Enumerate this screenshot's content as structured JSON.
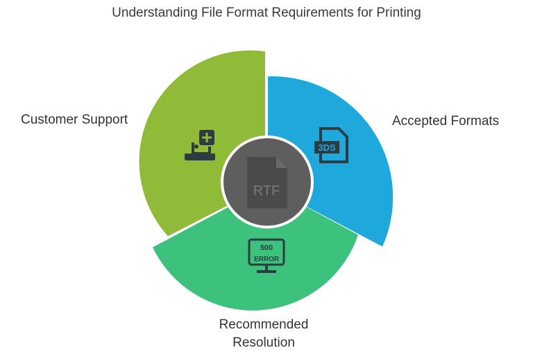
{
  "title": "Understanding File Format Requirements for Printing",
  "segments": [
    {
      "label": "Accepted Formats",
      "color": "#1fa8dc",
      "icon": "3ds-file-icon",
      "icon_text": "3DS"
    },
    {
      "label": "Recommended Resolution",
      "color": "#3cc27c",
      "icon": "error-500-monitor-icon",
      "icon_text_top": "500",
      "icon_text_bottom": "ERROR"
    },
    {
      "label": "Customer Support",
      "color": "#90bb38",
      "icon": "support-laptop-plus-icon"
    }
  ],
  "center": {
    "icon": "rtf-file-icon",
    "icon_text": "RTF",
    "color": "#666666"
  }
}
